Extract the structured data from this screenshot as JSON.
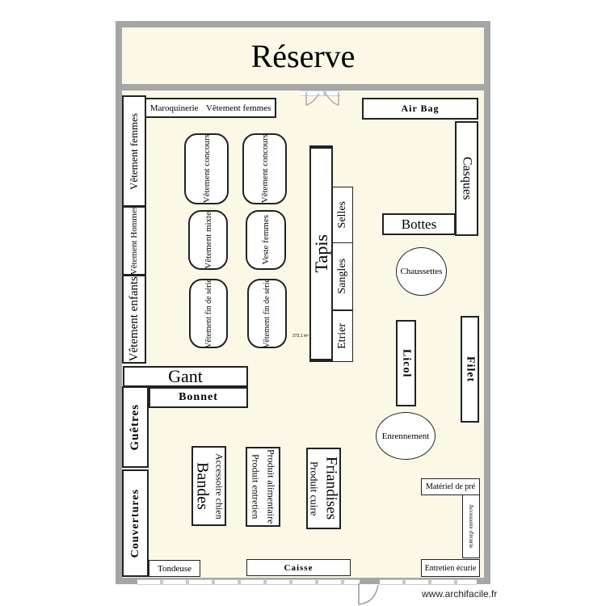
{
  "reserve": "Réserve",
  "area": "273,1 m²",
  "watermark": "www.archifacile.fr",
  "zones": {
    "maroquinerie": "Maroquinerie",
    "vetement_femmes_top": "Vêtement femmes",
    "air_bag": "Air Bag",
    "casques": "Casques",
    "bottes": "Bottes",
    "chaussettes": "Chaussettes",
    "vetement_femmes_left": "Vêtement femmes",
    "vetement_hommes": "Vêtement Hommes",
    "vetement_enfants": "Vêtement enfants",
    "concours_1": "Vêtement concours",
    "concours_2": "Vêtement concours",
    "mixte": "Vêtement mixte",
    "veste_femmes": "Veste femmes",
    "fin_serie_1": "Vêtement fin de série",
    "fin_serie_2": "Vêtement fin de série",
    "tapis": "Tapis",
    "selles": "Selles",
    "sangles": "Sangles",
    "etrier": "Etrier",
    "licol": "Licol",
    "filet": "Filet",
    "enrennement": "Enrennement",
    "gant": "Gant",
    "bonnet": "Bonnet",
    "guetres": "Guêtres",
    "couvertures": "Couvertures",
    "bandes": "Bandes",
    "accessoire_chien": "Accessoire chien",
    "produit_entretien": "Produit entretien",
    "produit_alimentaire": "Produit alimentaire",
    "produit_cuire": "Produit cuire",
    "friandises": "Friandises",
    "materiel_pre": "Matériel de pré",
    "accessoire_ecurie": "Accessoire d'écurie",
    "entretien_ecurie": "Entretien écurie",
    "tondeuse": "Tondeuse",
    "caisse": "Caisse"
  }
}
